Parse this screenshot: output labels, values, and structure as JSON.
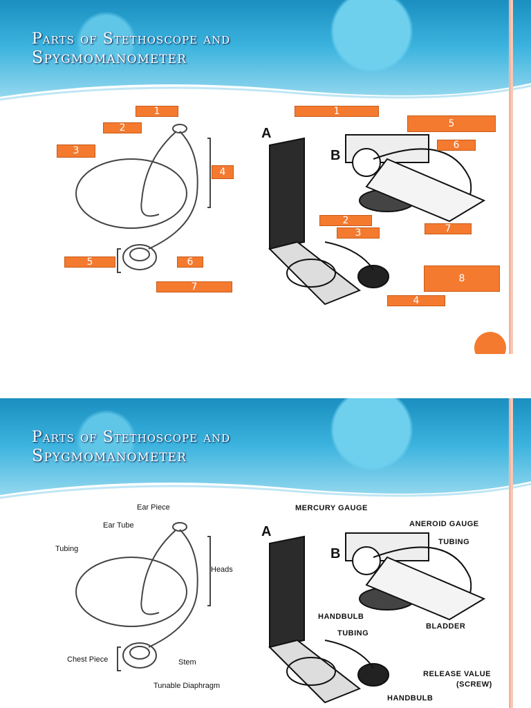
{
  "slide1": {
    "title_line1": "Parts of Stethoscope and",
    "title_line2": "Spygmomanometer",
    "stethoscope_labels": [
      "1",
      "2",
      "3",
      "4",
      "5",
      "6",
      "7"
    ],
    "sphyg_labels": [
      "1",
      "5",
      "6",
      "2",
      "3",
      "7",
      "8",
      "4"
    ],
    "section_a": "A",
    "section_b": "B"
  },
  "slide2": {
    "title_line1": "Parts of Stethoscope and",
    "title_line2": "Spygmomanometer",
    "stethoscope": {
      "ear_piece": "Ear Piece",
      "ear_tube": "Ear Tube",
      "tubing": "Tubing",
      "heads": "Heads",
      "chest_piece": "Chest Piece",
      "stem": "Stem",
      "tunable_diaphragm": "Tunable Diaphragm"
    },
    "sphyg": {
      "mercury_gauge": "MERCURY GAUGE",
      "aneroid_gauge": "ANEROID GAUGE",
      "tubing_top": "TUBING",
      "handbulb_mid": "HANDBULB",
      "tubing_mid": "TUBING",
      "bladder": "BLADDER",
      "release_value": "RELEASE VALUE",
      "screw": "(SCREW)",
      "handbulb_bottom": "HANDBULB"
    },
    "section_a": "A",
    "section_b": "B"
  },
  "colors": {
    "label_fill": "#f47a2f",
    "header_blue": "#2aa3d4",
    "border_pink": "#f7c8b6"
  }
}
